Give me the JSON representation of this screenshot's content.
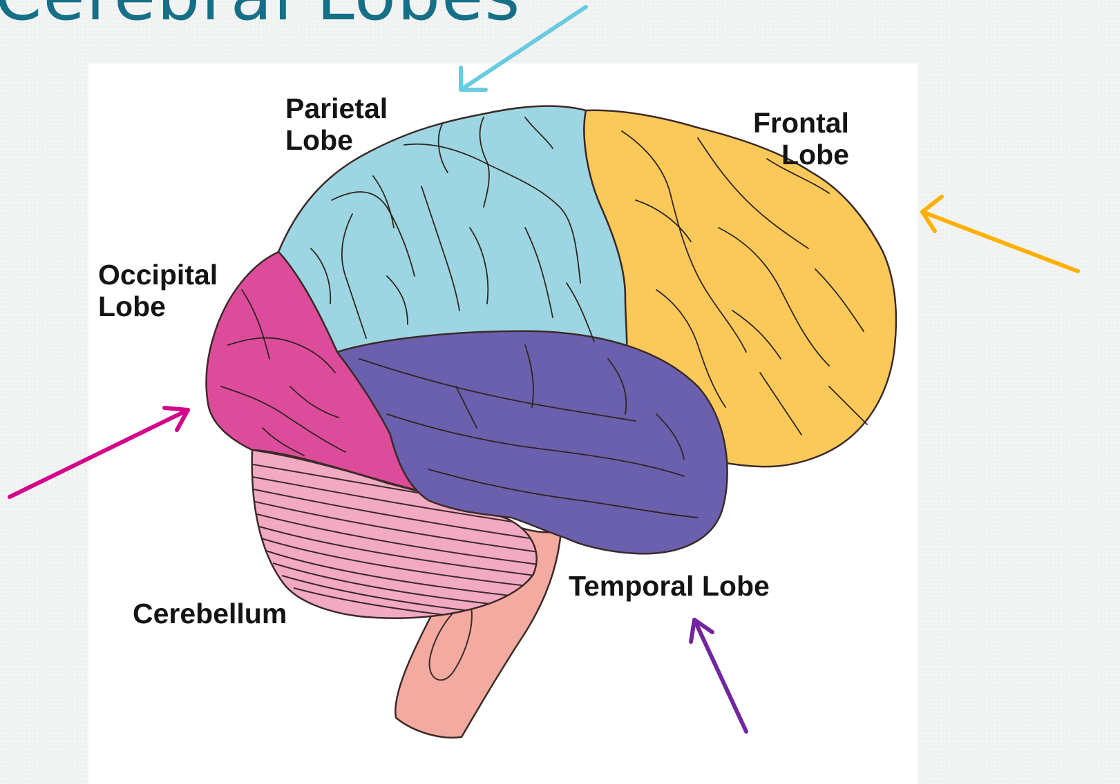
{
  "title": "Cerebral Lobes",
  "labels": {
    "parietal": [
      "Parietal",
      "Lobe"
    ],
    "frontal": [
      "Frontal",
      "Lobe"
    ],
    "occipital": [
      "Occipital",
      "Lobe"
    ],
    "temporal": "Temporal Lobe",
    "cerebellum": "Cerebellum"
  },
  "colors": {
    "title": "#156f86",
    "parietal_lobe": "#9dd6e2",
    "frontal_lobe": "#fbc95a",
    "occipital_lobe": "#dd4c9b",
    "temporal_lobe": "#6b60ad",
    "cerebellum": "#f2a9c2",
    "brain_stem": "#f3aaa0",
    "arrow_parietal": "#68cbe0",
    "arrow_frontal": "#ffb000",
    "arrow_occipital": "#d4008a",
    "arrow_temporal": "#7126a0"
  }
}
